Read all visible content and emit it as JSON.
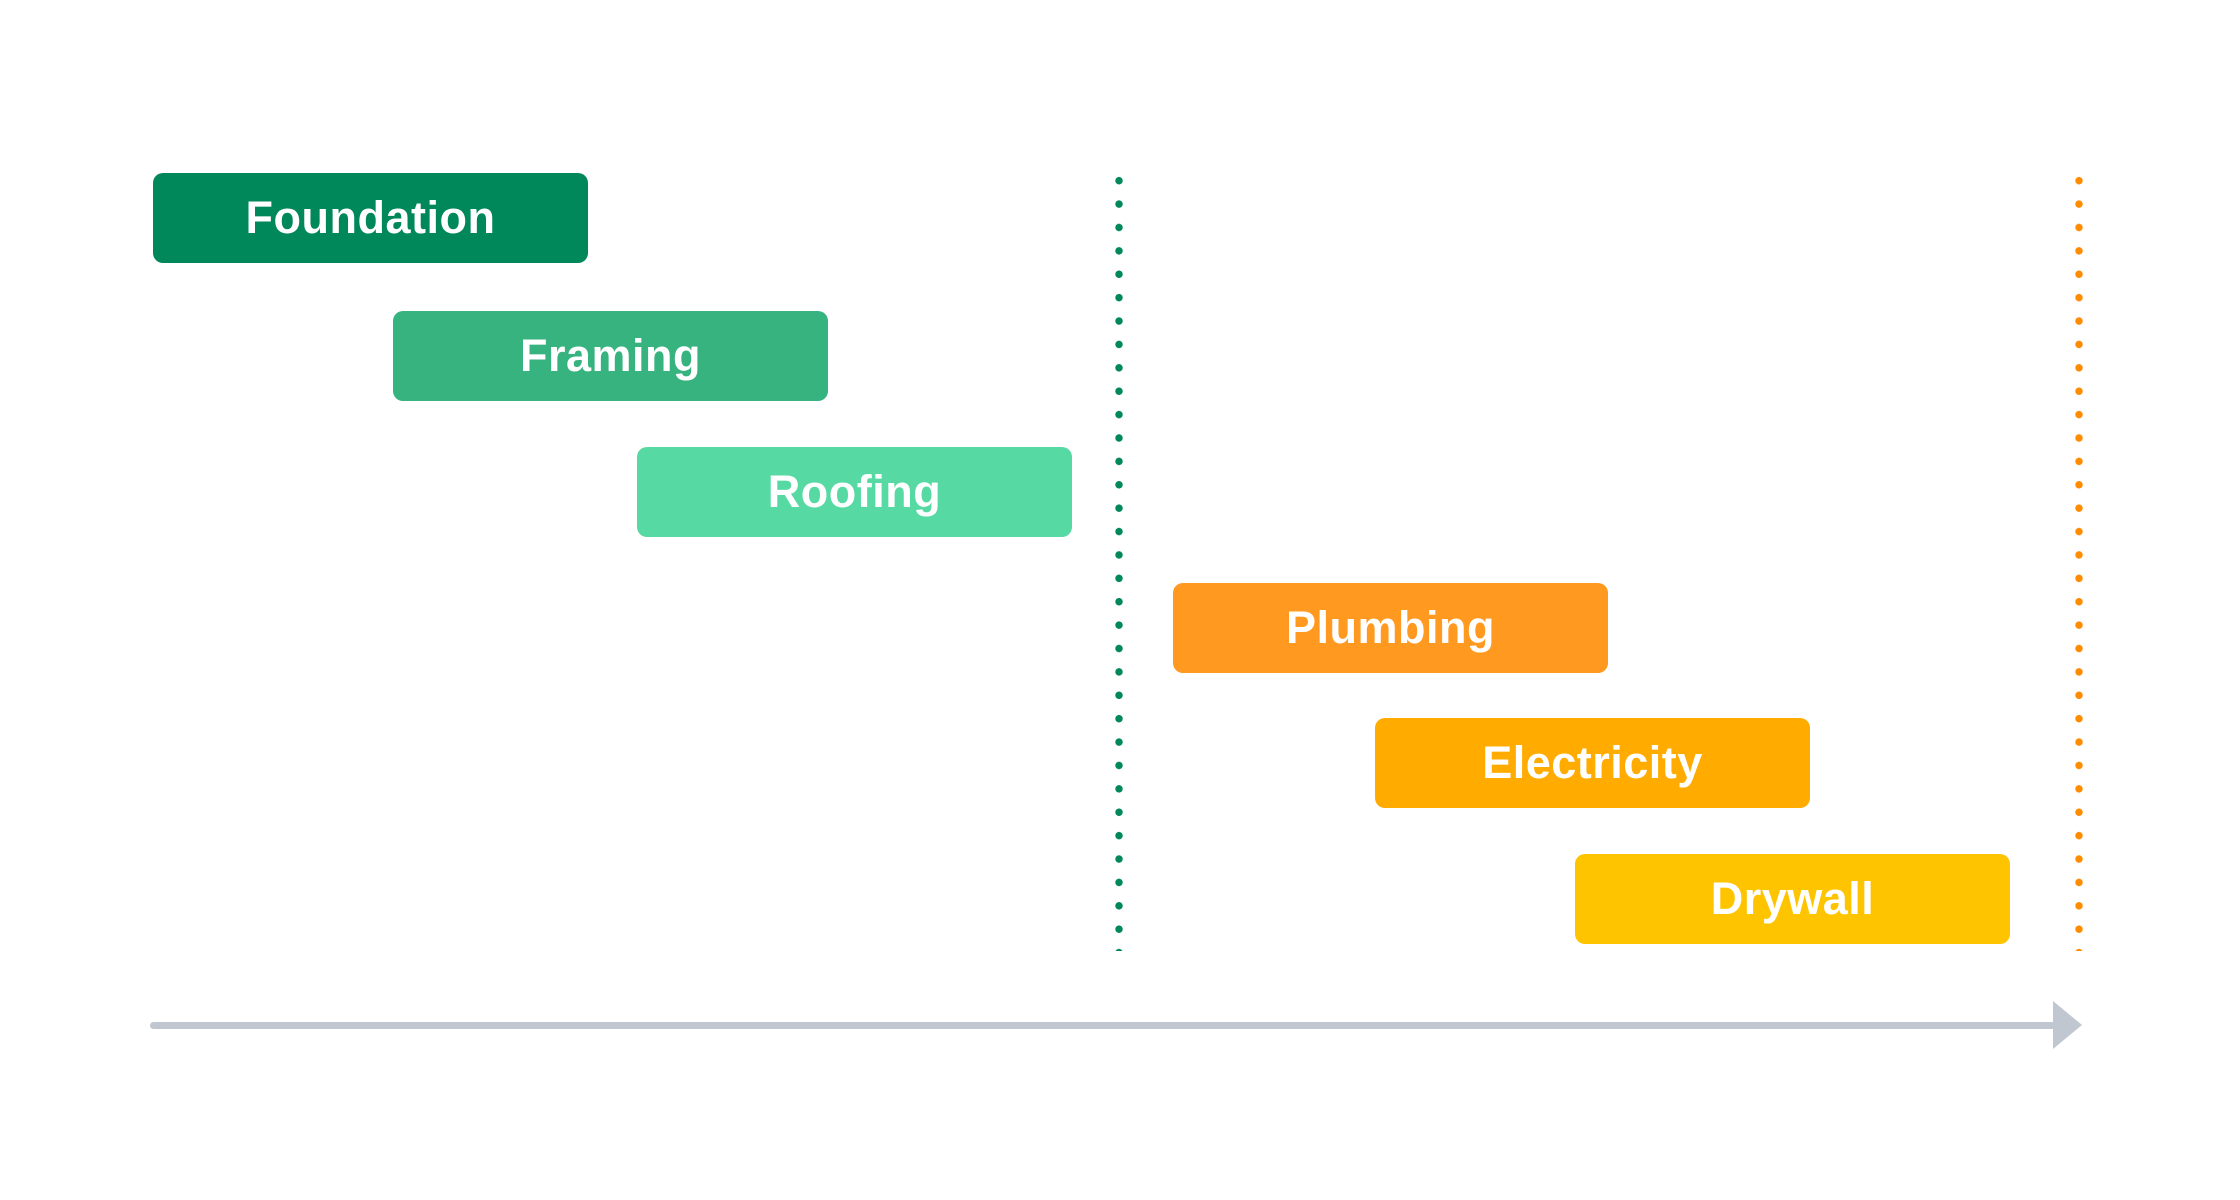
{
  "timeline": {
    "tasks": [
      {
        "label": "Foundation",
        "color": "#00875A",
        "start_pct": 0,
        "end_pct": 22.5
      },
      {
        "label": "Framing",
        "color": "#36B37E",
        "start_pct": 12.6,
        "end_pct": 35.1
      },
      {
        "label": "Roofing",
        "color": "#57D9A3",
        "start_pct": 25.2,
        "end_pct": 47.7
      },
      {
        "label": "Plumbing",
        "color": "#FF991F",
        "start_pct": 53.0,
        "end_pct": 75.6
      },
      {
        "label": "Electricity",
        "color": "#FFAB00",
        "start_pct": 63.4,
        "end_pct": 85.9
      },
      {
        "label": "Drywall",
        "color": "#FFC400",
        "start_pct": 73.8,
        "end_pct": 96.3
      }
    ],
    "dividers": [
      {
        "name": "green-milestone-divider",
        "color": "#00875A",
        "position_pct": 50,
        "style": "dotted"
      },
      {
        "name": "orange-milestone-divider",
        "color": "#FF8B00",
        "position_pct": 100,
        "style": "dotted"
      }
    ],
    "axis": {
      "color": "#C1C7D0",
      "direction": "left-to-right"
    }
  }
}
